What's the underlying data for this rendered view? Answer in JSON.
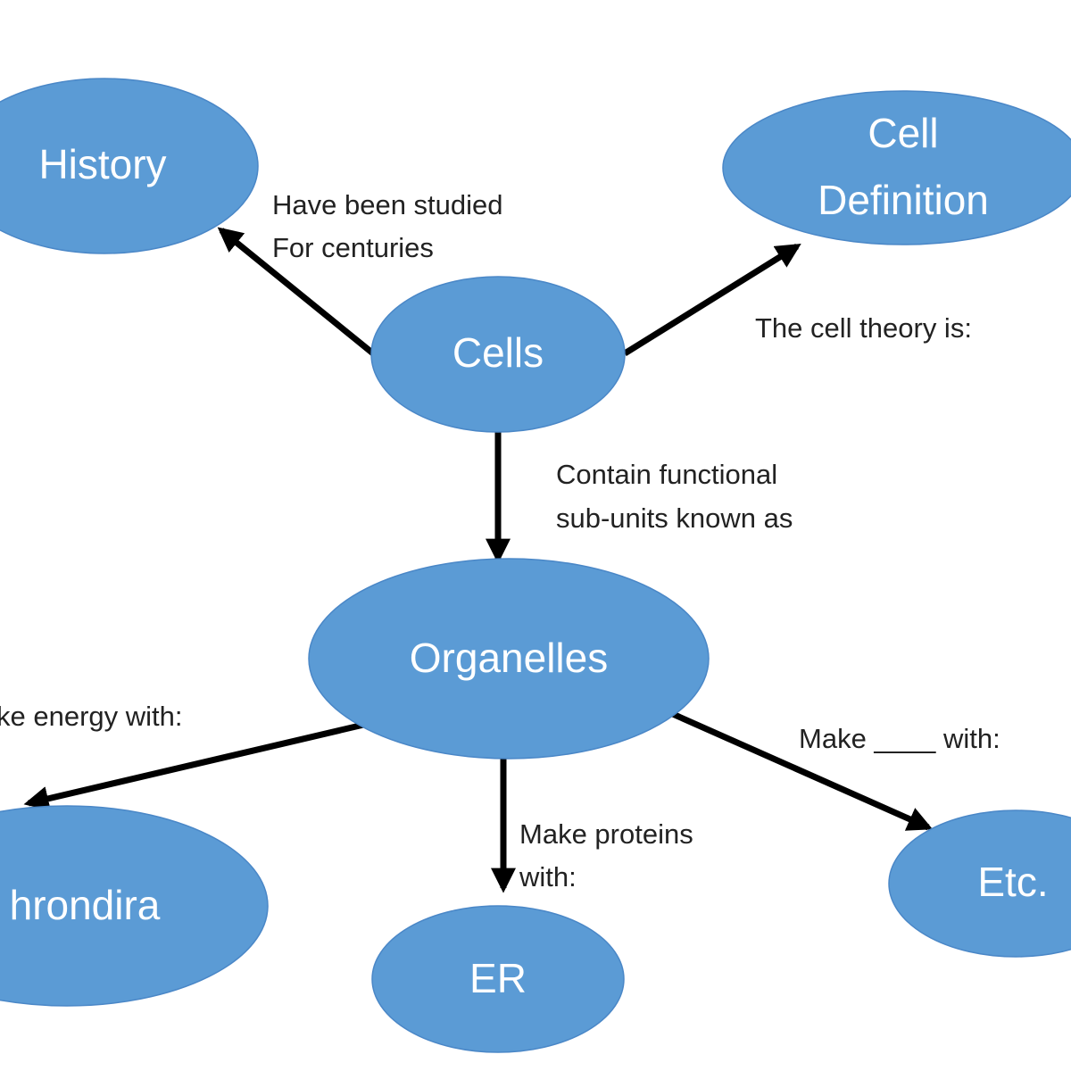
{
  "diagram": {
    "type": "concept-map",
    "colors": {
      "node_fill": "#5b9bd5",
      "node_text": "#ffffff",
      "arrow": "#000000",
      "label_text": "#222222",
      "background": "#ffffff"
    },
    "nodes": [
      {
        "id": "history",
        "lines": [
          "History"
        ]
      },
      {
        "id": "cell-definition",
        "lines": [
          "Cell",
          "Definition"
        ]
      },
      {
        "id": "cells",
        "lines": [
          "Cells"
        ]
      },
      {
        "id": "organelles",
        "lines": [
          "Organelles"
        ]
      },
      {
        "id": "mitochondria",
        "lines": [
          "hrondira"
        ]
      },
      {
        "id": "er",
        "lines": [
          "ER"
        ]
      },
      {
        "id": "etc",
        "lines": [
          "Etc."
        ]
      }
    ],
    "edges": [
      {
        "from": "cells",
        "to": "history",
        "label_lines": [
          "Have been studied",
          "For centuries"
        ]
      },
      {
        "from": "cells",
        "to": "cell-definition",
        "label_lines": [
          "The cell theory is:"
        ]
      },
      {
        "from": "cells",
        "to": "organelles",
        "label_lines": [
          "Contain functional",
          "sub-units known as"
        ]
      },
      {
        "from": "organelles",
        "to": "mitochondria",
        "label_lines": [
          "ke energy with:"
        ]
      },
      {
        "from": "organelles",
        "to": "er",
        "label_lines": [
          "Make proteins",
          "with:"
        ]
      },
      {
        "from": "organelles",
        "to": "etc",
        "label_lines": [
          "Make ____ with:"
        ]
      }
    ]
  }
}
